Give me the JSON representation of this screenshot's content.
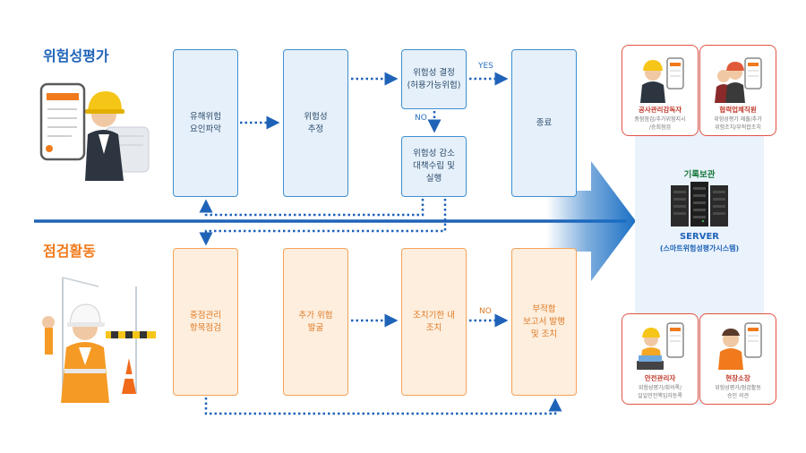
{
  "sections": {
    "risk_assessment": "위험성평가",
    "inspection": "점검활동"
  },
  "top_flow": {
    "hazard_identification": "유해위험\n요인파악",
    "risk_estimation": "위험성\n추정",
    "risk_determination": "위험성 결정\n(허용가능위험)",
    "end": "종료",
    "risk_reduction": "위험성 감소\n대책수립 및\n실행",
    "yes_label": "YES",
    "no_label": "NO"
  },
  "bottom_flow": {
    "key_inspection": "중점관리\n항목점검",
    "additional_risk": "추가 위험\n발굴",
    "action_within_deadline": "조치기한 내\n조치",
    "nonconformance_report": "부적합\n보고서 발행\n및 조치",
    "no_label": "NO"
  },
  "server": {
    "storage_label": "기록보관",
    "name": "SERVER",
    "system": "(스마트위험성평가시스템)"
  },
  "roles": [
    {
      "title": "공사관리감독자",
      "desc": "중점점검/추가위험지시\n/승회점검"
    },
    {
      "title": "협력업체직원",
      "desc": "위험성평가 제출/추가\n위험조치/부적합조치"
    },
    {
      "title": "안전관리자",
      "desc": "위험성평가/회의록/\n일일안전책임자등록"
    },
    {
      "title": "현장소장",
      "desc": "위험성평가/점검활동\n승인 의견"
    }
  ],
  "colors": {
    "blue": "#1f63b8",
    "orange": "#f07a1c",
    "red": "#e05343",
    "box_blue_fill": "#e6f0fa",
    "box_orange_fill": "#fdeedd"
  }
}
